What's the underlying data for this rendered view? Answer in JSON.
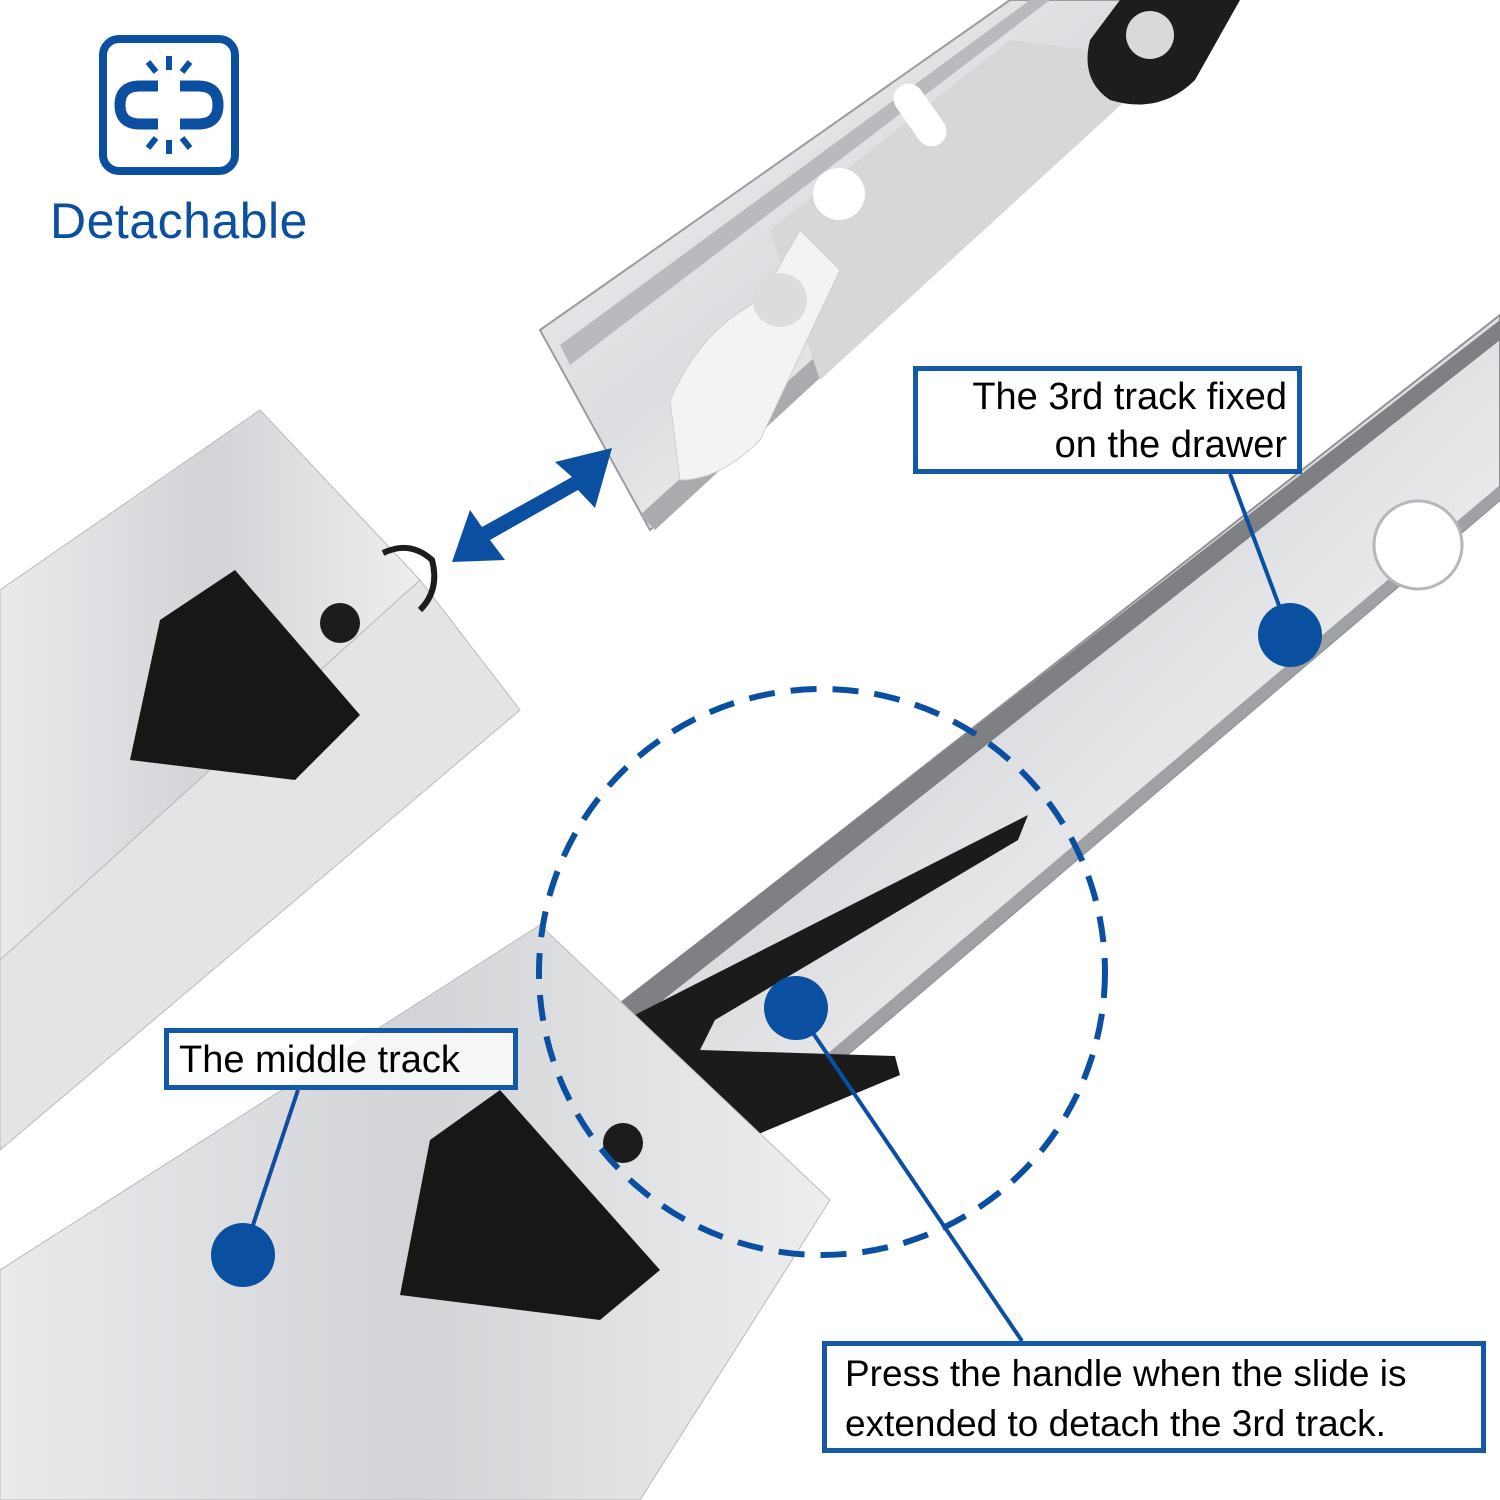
{
  "badge": {
    "icon": "broken-link-icon",
    "label": "Detachable"
  },
  "callouts": {
    "third_track": {
      "line1": "The 3rd track fixed",
      "line2": "on the drawer"
    },
    "middle_track": {
      "text": "The middle track"
    },
    "press_handle": {
      "line1": "Press the handle when the slide is",
      "line2": "extended to detach the 3rd track."
    }
  },
  "icons": {
    "double_arrow": "double-headed-arrow-icon",
    "zoom_circle": "dashed-circle-highlight"
  },
  "colors": {
    "brand_blue": "#0b4fa0",
    "callout_border": "#1458a8",
    "metal_light": "#e8e9eb",
    "metal_mid": "#c9cbce",
    "plastic_black": "#1b1b1b"
  }
}
